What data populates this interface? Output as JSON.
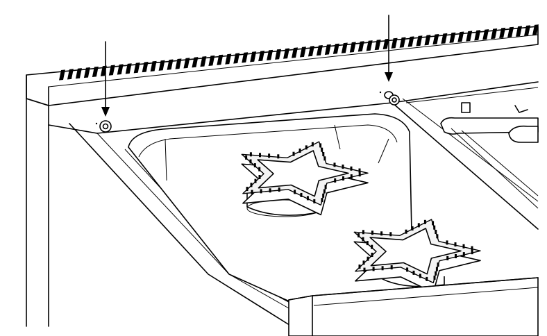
{
  "figure": {
    "subject": "",
    "callouts": [
      {
        "id": "screw-left",
        "kind": "arrow"
      },
      {
        "id": "screw-right",
        "kind": "arrow"
      }
    ],
    "burners": [
      {
        "id": "burner-rear",
        "shape": "star"
      },
      {
        "id": "burner-front",
        "shape": "star"
      }
    ],
    "line_color": "#000000",
    "background": "#ffffff"
  }
}
